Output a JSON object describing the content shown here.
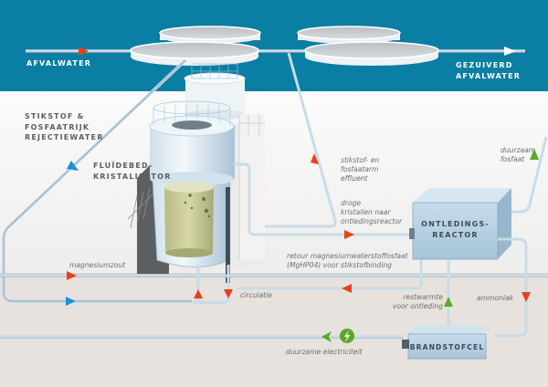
{
  "diagram": {
    "title_left": "AFVALWATER",
    "title_right": [
      "GEZUIVERD",
      "AFVALWATER"
    ],
    "reject_water": [
      "STIKSTOF &",
      "FOSFAATRIJK",
      "REJECTIEWATER"
    ],
    "crystallizer": [
      "FLUÏDEBED-",
      "KRISTALISATOR"
    ],
    "effluent": [
      "stikstof- en",
      "fosfaatarm",
      "effluent"
    ],
    "dry_crystals": [
      "droge",
      "kristallen naar",
      "ontledingsreactor"
    ],
    "decomposition_reactor": [
      "ONTLEDINGS-",
      "REACTOR"
    ],
    "sustainable_phosphate": [
      "duurzaam",
      "fosfaat"
    ],
    "magnesium_salt": "magnesiumzout",
    "return_mgh": [
      "retour magnesiumwaterstoffosfaat",
      "(MgHP04) voor stikstofbinding"
    ],
    "circulation": "circulatie",
    "residual_heat": [
      "restwarmte",
      "voor ontleding"
    ],
    "ammonia": "ammoniak",
    "fuel_cell": "BRANDSTOFCEL",
    "sustainable_electricity": "duurzame electriciteit"
  },
  "colors": {
    "banner": "#0b7ea3",
    "ground_light": "#f4f4f4",
    "ground_dark": "#e8e3de",
    "pipe": "#c9dbe8",
    "pipe_edge": "#8fa9bd",
    "arrow_red": "#e8401c",
    "arrow_blue": "#1e8fd6",
    "arrow_green": "#5aa82a",
    "arrow_white": "#ffffff",
    "reactor_box": "#b8d4e8",
    "liquid": "#c8c99a"
  },
  "icons": {
    "electricity": "lightning-bolt-icon"
  }
}
